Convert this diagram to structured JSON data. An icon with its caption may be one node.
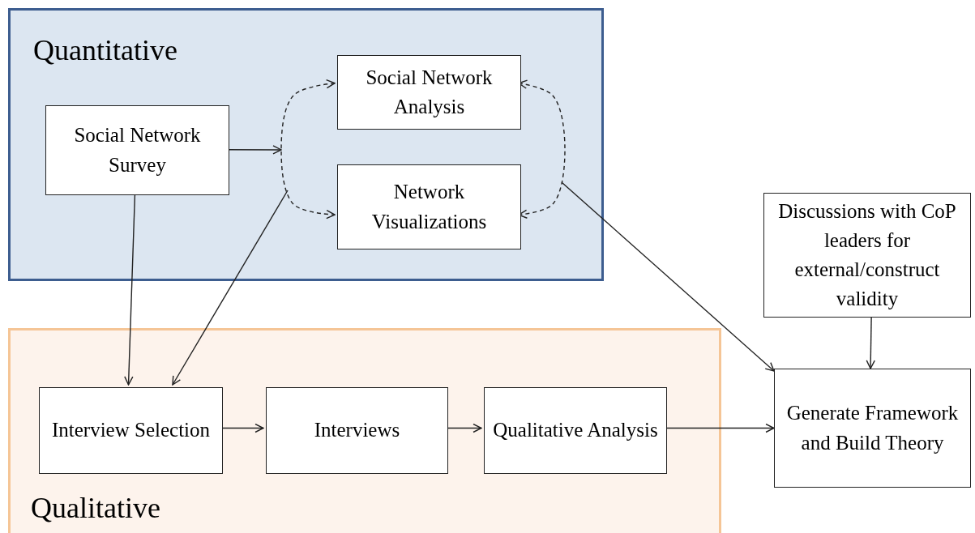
{
  "diagram": {
    "nodes": [
      {
        "text": [
          "Quantitative"
        ]
      },
      {
        "text": [
          "Social Network Survey"
        ],
        "in": 0
      },
      {
        "text": [
          "Social Network Analysis"
        ],
        "in": 0
      },
      {
        "text": [
          "Network Visualizations"
        ],
        "in": 0
      },
      {
        "text": [
          "Qualitative"
        ]
      },
      {
        "text": [
          "Interview Selection"
        ],
        "in": 4
      },
      {
        "text": [
          "Interviews"
        ],
        "in": 4
      },
      {
        "text": [
          "Qualitative Analysis"
        ],
        "in": 4
      },
      {
        "text": [
          "Discussions with CoP leaders for external/construct validity"
        ]
      },
      {
        "text": [
          "Generate Framework and Build Theory"
        ]
      }
    ],
    "edges": [
      {
        "from": 1,
        "to": null,
        "arrow": "to"
      },
      {
        "from": 2,
        "to": 3,
        "arrow": "both",
        "style": "dashed"
      },
      {
        "from": 2,
        "to": 3,
        "arrow": "both",
        "style": "dashed"
      },
      {
        "from": 1,
        "to": 5,
        "arrow": "to"
      },
      {
        "from": null,
        "to": 5,
        "arrow": "to"
      },
      {
        "from": null,
        "to": 9,
        "arrow": "to"
      },
      {
        "from": 8,
        "to": 9,
        "arrow": "to"
      },
      {
        "from": 5,
        "to": 6,
        "arrow": "to"
      },
      {
        "from": 6,
        "to": 7,
        "arrow": "to"
      },
      {
        "from": 7,
        "to": 9,
        "arrow": "to"
      }
    ]
  }
}
